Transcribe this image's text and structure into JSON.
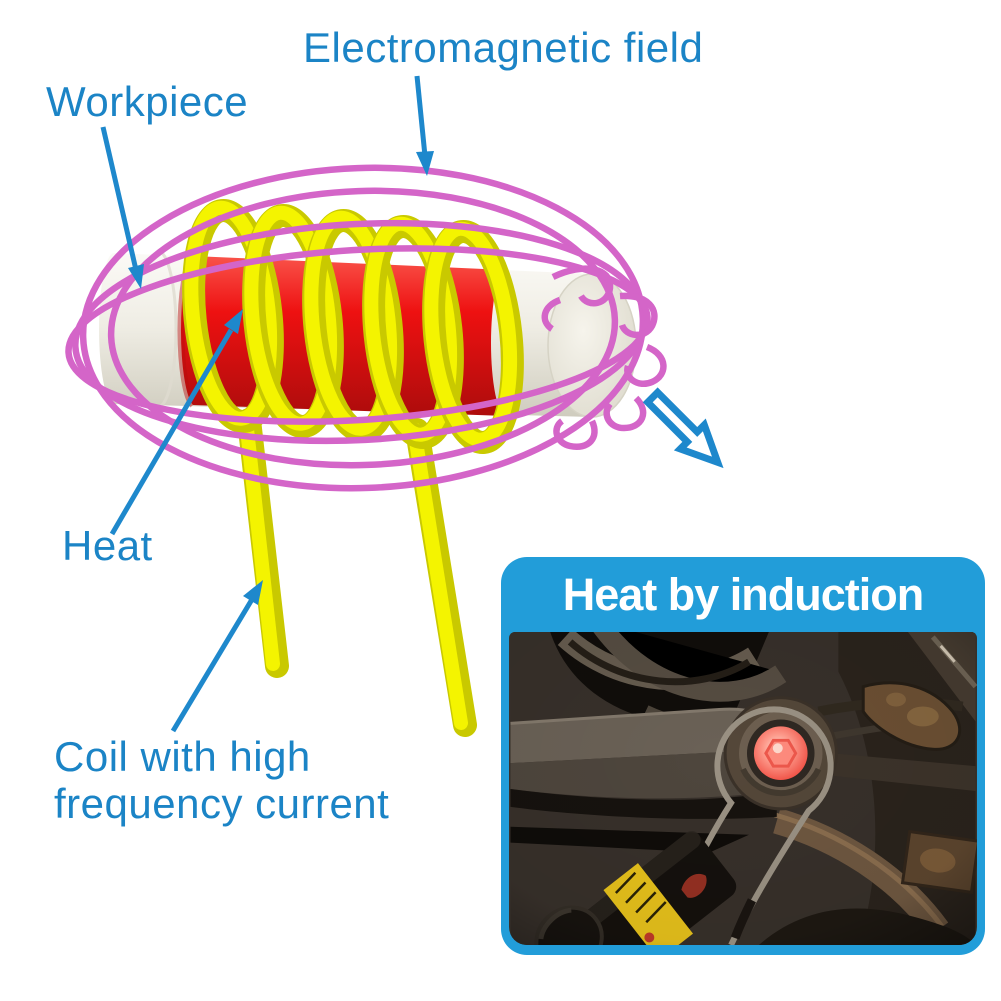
{
  "diagram": {
    "labels": {
      "electromagnetic_field": "Electromagnetic field",
      "workpiece": "Workpiece",
      "heat": "Heat",
      "coil": [
        "Coil with high",
        "frequency current"
      ]
    }
  },
  "inset": {
    "title": "Heat by induction"
  },
  "colors": {
    "label_blue": "#1b84c6",
    "arrow_blue": "#1e88cc",
    "coil_yellow": "#f4f400",
    "coil_yellow_dark": "#c9c900",
    "heated_red": "#ee1111",
    "field_pink": "#d465c8",
    "workpiece_white": "#f0eee3",
    "inset_blue": "#229dd9",
    "inset_title_color": "#ffffff",
    "glow_red": "#ff8f83"
  }
}
